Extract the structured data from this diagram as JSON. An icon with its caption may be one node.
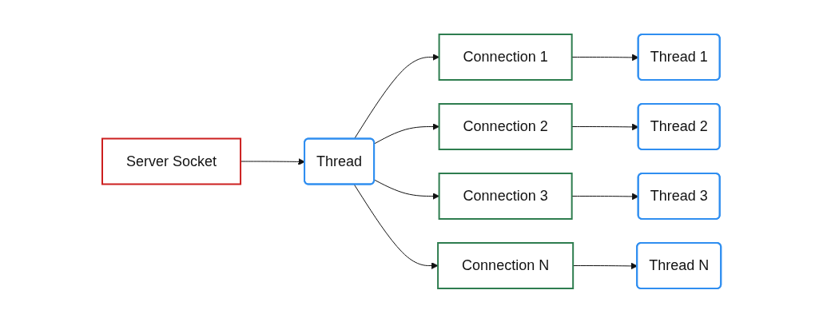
{
  "diagram": {
    "nodes": [
      {
        "text": [
          "Server Socket"
        ]
      },
      {
        "text": [
          "Thread"
        ]
      },
      {
        "text": [
          "Connection 1"
        ]
      },
      {
        "text": [
          "Connection 2"
        ]
      },
      {
        "text": [
          "Connection 3"
        ]
      },
      {
        "text": [
          "Connection N"
        ]
      },
      {
        "text": [
          "Thread 1"
        ]
      },
      {
        "text": [
          "Thread 2"
        ]
      },
      {
        "text": [
          "Thread 3"
        ]
      },
      {
        "text": [
          "Thread N"
        ]
      }
    ],
    "edges": [
      {
        "from": 0,
        "to": 1,
        "arrow": "to"
      },
      {
        "from": 1,
        "to": 2,
        "arrow": "to"
      },
      {
        "from": 1,
        "to": 3,
        "arrow": "to"
      },
      {
        "from": 1,
        "to": 4,
        "arrow": "to"
      },
      {
        "from": 1,
        "to": 5,
        "arrow": "to"
      },
      {
        "from": 2,
        "to": 6,
        "arrow": "to"
      },
      {
        "from": 3,
        "to": 7,
        "arrow": "to"
      },
      {
        "from": 4,
        "to": 8,
        "arrow": "to"
      },
      {
        "from": 5,
        "to": 9,
        "arrow": "to"
      }
    ]
  }
}
